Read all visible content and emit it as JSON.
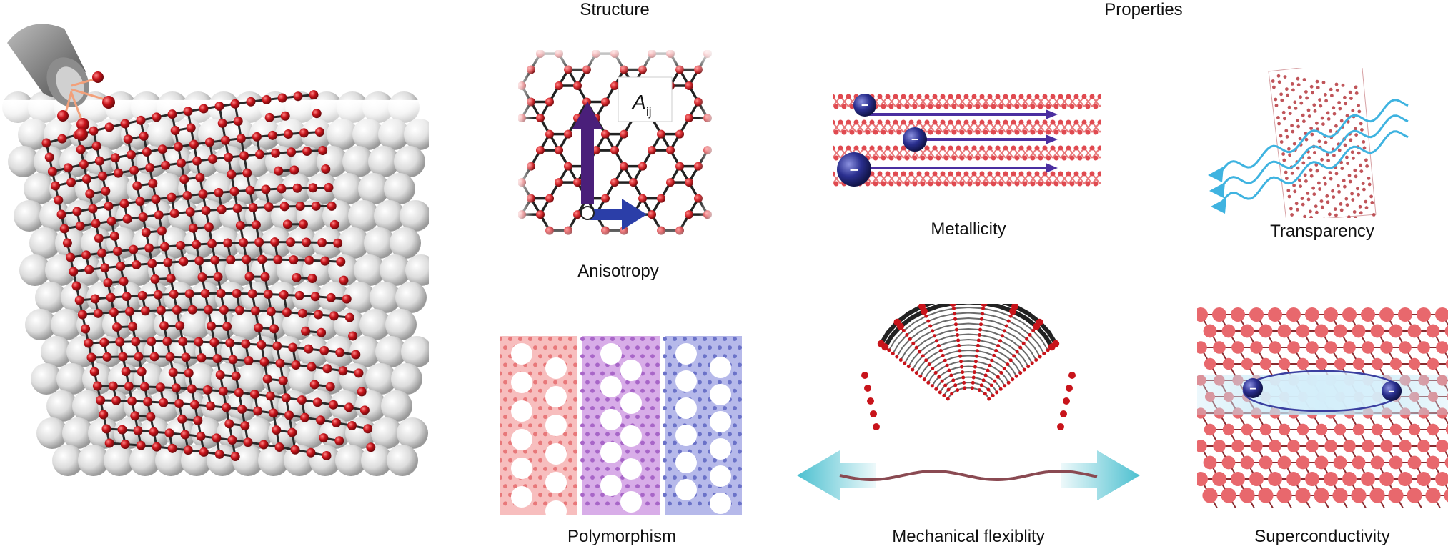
{
  "headings": {
    "structure": "Structure",
    "properties": "Properties"
  },
  "panels": {
    "anisotropy": {
      "label": "Anisotropy",
      "tensor_symbol": "A",
      "tensor_subscript": "ij"
    },
    "metallicity": {
      "label": "Metallicity",
      "electron_symbol": "−"
    },
    "transparency": {
      "label": "Transparency"
    },
    "polymorphism": {
      "label": "Polymorphism"
    },
    "flexibility": {
      "label": "Mechanical flexiblity"
    },
    "superconductivity": {
      "label": "Superconductivity",
      "electron_symbol": "−"
    }
  },
  "colors": {
    "atom_red": "#c8141b",
    "bond_dark": "#2a2a2a",
    "pink_lattice": "#e8787a",
    "purple_lattice": "#a866c8",
    "blue_lattice": "#6b72c8",
    "electron_blue": "#2a2f8f",
    "arrow_purple": "#4a1f7a",
    "arrow_blue": "#2b3ea8",
    "light_blue_wave": "#3fb3e0",
    "cyan_arrow": "#7fd0dc",
    "substrate_gray": "#d9d9d9"
  }
}
